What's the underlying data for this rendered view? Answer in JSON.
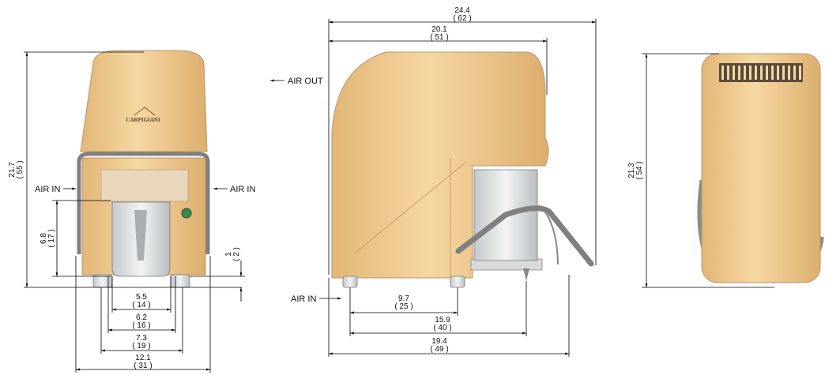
{
  "brand": "CARPIGIANI",
  "colors": {
    "body": "#f0c98e",
    "body_shadow": "#d9a868",
    "steel": "#d7dbdc",
    "handle": "#8c8c8c"
  },
  "front_view": {
    "height_in": "21.7",
    "height_cm": "( 55 )",
    "air_in_left": "AIR IN",
    "air_in_right": "AIR IN",
    "cup_h_in": "6.8",
    "cup_h_cm": "( 17 )",
    "gap_in": "1",
    "gap_cm": "( 2 )",
    "w1_in": "5.5",
    "w1_cm": "( 14 )",
    "w2_in": "6.2",
    "w2_cm": "( 16 )",
    "w3_in": "7.3",
    "w3_cm": "( 19 )",
    "w4_in": "12.1",
    "w4_cm": "( 31 )"
  },
  "side_view": {
    "air_out": "AIR OUT",
    "air_in": "AIR IN",
    "top_total_in": "24.4",
    "top_total_cm": "( 62 )",
    "top_body_in": "20.1",
    "top_body_cm": "( 51 )",
    "feet_in": "9.7",
    "feet_cm": "( 25 )",
    "spout_in": "15.9",
    "spout_cm": "( 40 )",
    "base_in": "19.4",
    "base_cm": "( 49 )"
  },
  "back_view": {
    "height_in": "21.3",
    "height_cm": "( 54 )"
  }
}
